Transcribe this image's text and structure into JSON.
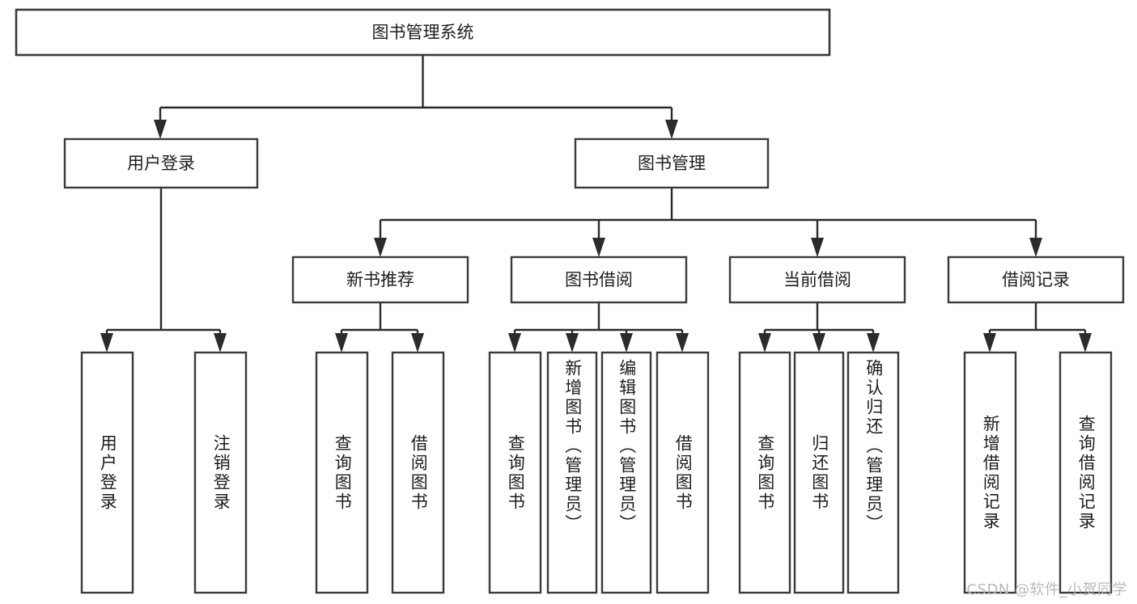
{
  "diagram": {
    "title": "图书管理系统",
    "type": "hierarchy-tree",
    "colors": {
      "box_stroke": "#3a3a3a",
      "edge_stroke": "#2b2b2b",
      "box_fill": "#ffffff",
      "text": "#1d1d1d",
      "background": "#ffffff",
      "watermark": "#b9b9b9"
    },
    "root": {
      "label": "图书管理系统"
    },
    "level1": [
      {
        "key": "user_login",
        "label": "用户登录"
      },
      {
        "key": "book_manage",
        "label": "图书管理"
      }
    ],
    "level2": [
      {
        "key": "new_book_rec",
        "label": "新书推荐",
        "parent": "book_manage"
      },
      {
        "key": "book_borrow",
        "label": "图书借阅",
        "parent": "book_manage"
      },
      {
        "key": "current_borrow",
        "label": "当前借阅",
        "parent": "book_manage"
      },
      {
        "key": "borrow_record",
        "label": "借阅记录",
        "parent": "book_manage"
      }
    ],
    "leaves": {
      "user_login": [
        {
          "label": "用户登录"
        },
        {
          "label": "注销登录"
        }
      ],
      "new_book_rec": [
        {
          "label": "查询图书"
        },
        {
          "label": "借阅图书"
        }
      ],
      "book_borrow": [
        {
          "label": "查询图书"
        },
        {
          "label": "新增图书（管理员）"
        },
        {
          "label": "编辑图书（管理员）"
        },
        {
          "label": "借阅图书"
        }
      ],
      "current_borrow": [
        {
          "label": "查询图书"
        },
        {
          "label": "归还图书"
        },
        {
          "label": "确认归还（管理员）"
        }
      ],
      "borrow_record": [
        {
          "label": "新增借阅记录"
        },
        {
          "label": "查询借阅记录"
        }
      ]
    }
  },
  "watermark": {
    "text": "CSDN @软件_小贺同学"
  }
}
